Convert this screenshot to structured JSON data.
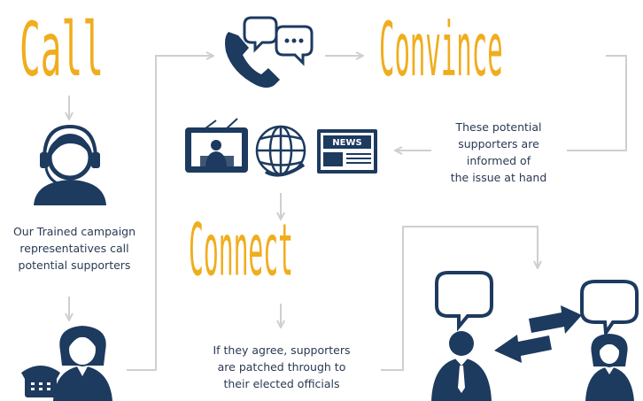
{
  "steps": {
    "call": {
      "title": "Call",
      "caption": "Our Trained campaign\nrepresentatives call\npotential supporters"
    },
    "convince": {
      "title": "Convince",
      "caption": "These potential\nsupporters are\ninformed of\nthe issue at hand"
    },
    "connect": {
      "title": "Connect",
      "caption": "If they agree, supporters\nare patched through to\ntheir elected officials"
    }
  },
  "media": {
    "news_label": "NEWS"
  },
  "colors": {
    "accent": "#f0ad1d",
    "icon": "#1d3a5f",
    "arrow": "#cfcfcf",
    "text": "#2a3a52"
  },
  "icons": [
    "headset-person-icon",
    "telephone-icon",
    "woman-icon",
    "phone-chat-icon",
    "tv-icon",
    "globe-icon",
    "newspaper-icon",
    "businessman-speech-icon",
    "woman-speech-icon",
    "exchange-arrows-icon"
  ]
}
